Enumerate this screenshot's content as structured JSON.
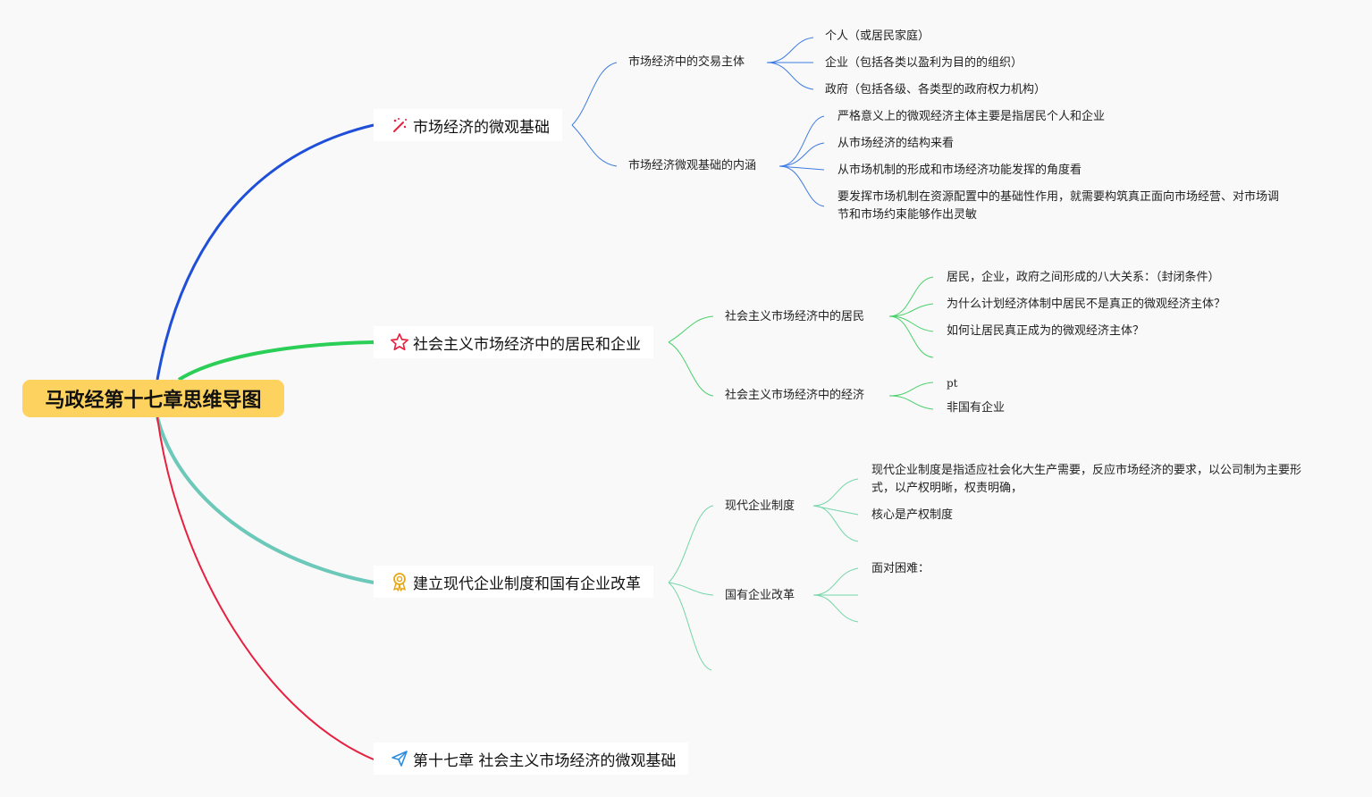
{
  "root": {
    "title": "马政经第十七章思维导图"
  },
  "colors": {
    "root_bg": "#fed25f",
    "branch1": "#1f4fd8",
    "branch2": "#2bce56",
    "branch3": "#6cc8b8",
    "branch4": "#e8203f",
    "sub1": "#3d7be3",
    "sub2": "#49d06b",
    "sub3": "#74d6a8"
  },
  "branches": [
    {
      "label": "市场经济的微观基础",
      "icon": "magic-wand-icon",
      "subs": [
        {
          "label": "市场经济中的交易主体",
          "leaves": [
            "个人（或居民家庭）",
            "企业（包括各类以盈利为目的的组织）",
            "政府（包括各级、各类型的政府权力机构）"
          ]
        },
        {
          "label": "市场经济微观基础的内涵",
          "leaves": [
            "严格意义上的微观经济主体主要是指居民个人和企业",
            "从市场经济的结构来看",
            "从市场机制的形成和市场经济功能发挥的角度看",
            "要发挥市场机制在资源配置中的基础性作用，就需要构筑真正面向市场经营、对市场调节和市场约束能够作出灵敏"
          ]
        }
      ]
    },
    {
      "label": "社会主义市场经济中的居民和企业",
      "icon": "star-icon",
      "subs": [
        {
          "label": "社会主义市场经济中的居民",
          "leaves": [
            "居民，企业，政府之间形成的八大关系：（封闭条件）",
            "为什么计划经济体制中居民不是真正的微观经济主体？",
            "如何让居民真正成为的微观经济主体？"
          ]
        },
        {
          "label": "社会主义市场经济中的经济",
          "leaves": [
            "pt",
            "非国有企业"
          ]
        }
      ]
    },
    {
      "label": "建立现代企业制度和国有企业改革",
      "icon": "award-ribbon-icon",
      "subs": [
        {
          "label": "现代企业制度",
          "leaves": [
            "现代企业制度是指适应社会化大生产需要，反应市场经济的要求，以公司制为主要形式，以产权明晰，权责明确，",
            "核心是产权制度"
          ]
        },
        {
          "label": "国有企业改革",
          "leaves": [
            "面对困难："
          ]
        }
      ]
    },
    {
      "label": "第十七章 社会主义市场经济的微观基础",
      "icon": "paper-plane-icon",
      "subs": []
    }
  ]
}
